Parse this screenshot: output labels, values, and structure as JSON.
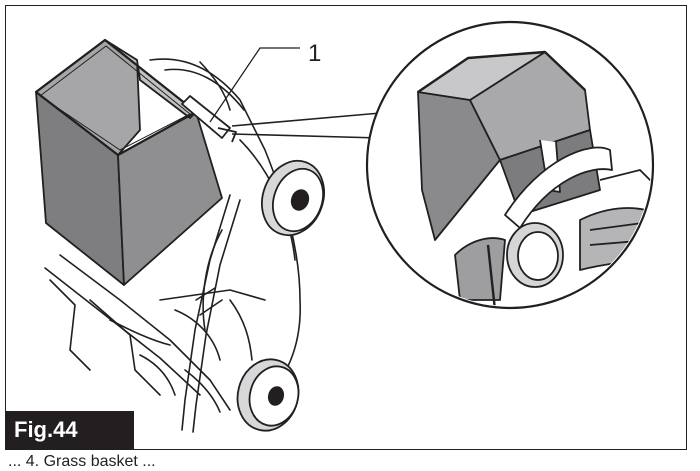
{
  "figure": {
    "label": "Fig.44",
    "callout": "1",
    "caption_fragment": "... 4. Grass basket ..."
  },
  "colors": {
    "ink": "#231f20",
    "basket_fill": "#8a8a8c",
    "basket_fill_light": "#b3b3b5",
    "background": "#ffffff"
  }
}
